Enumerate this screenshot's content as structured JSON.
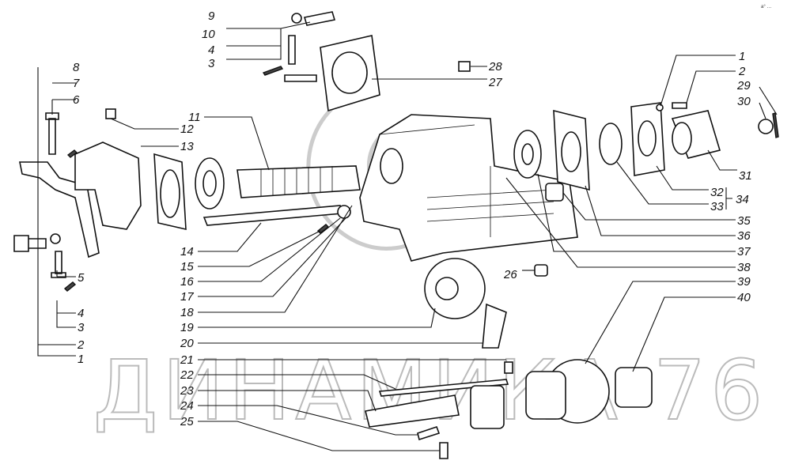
{
  "diagram": {
    "title": "Exploded view of gearbox housing assembly",
    "watermark": "ДИНАМИКА 76",
    "corner_mark": "a° …",
    "labels_left": [
      "8",
      "7",
      "6",
      "5",
      "4",
      "3",
      "2",
      "1"
    ],
    "labels_top": [
      "9",
      "10",
      "4",
      "3",
      "11",
      "12",
      "13",
      "28",
      "27"
    ],
    "labels_right": [
      "1",
      "2",
      "29",
      "30",
      "31",
      "32",
      "33",
      "34",
      "35",
      "36",
      "37",
      "38",
      "39",
      "40",
      "26"
    ],
    "labels_center": [
      "14",
      "15",
      "16",
      "17",
      "18",
      "19",
      "20",
      "21",
      "22",
      "23",
      "24",
      "25"
    ]
  }
}
